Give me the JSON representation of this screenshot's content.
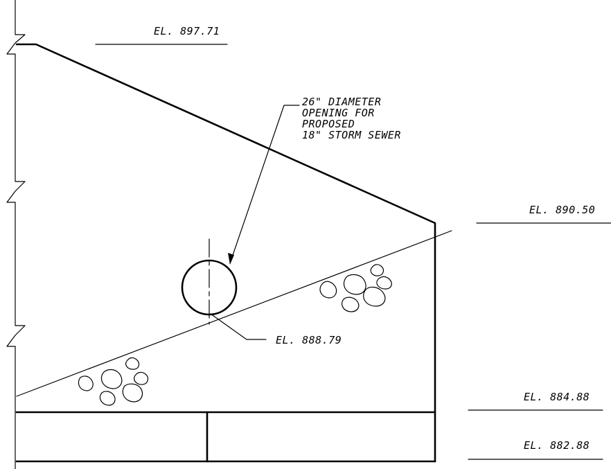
{
  "elevations": {
    "top": "EL. 897.71",
    "right_high": "EL. 890.50",
    "pipe_invert": "EL. 888.79",
    "footing_top": "EL. 884.88",
    "footing_bottom": "EL. 882.88"
  },
  "note": {
    "line1": "26\" DIAMETER",
    "line2": "OPENING FOR",
    "line3": "PROPOSED",
    "line4": "18\" STORM SEWER"
  },
  "colors": {
    "line": "#000000",
    "background": "#ffffff"
  }
}
